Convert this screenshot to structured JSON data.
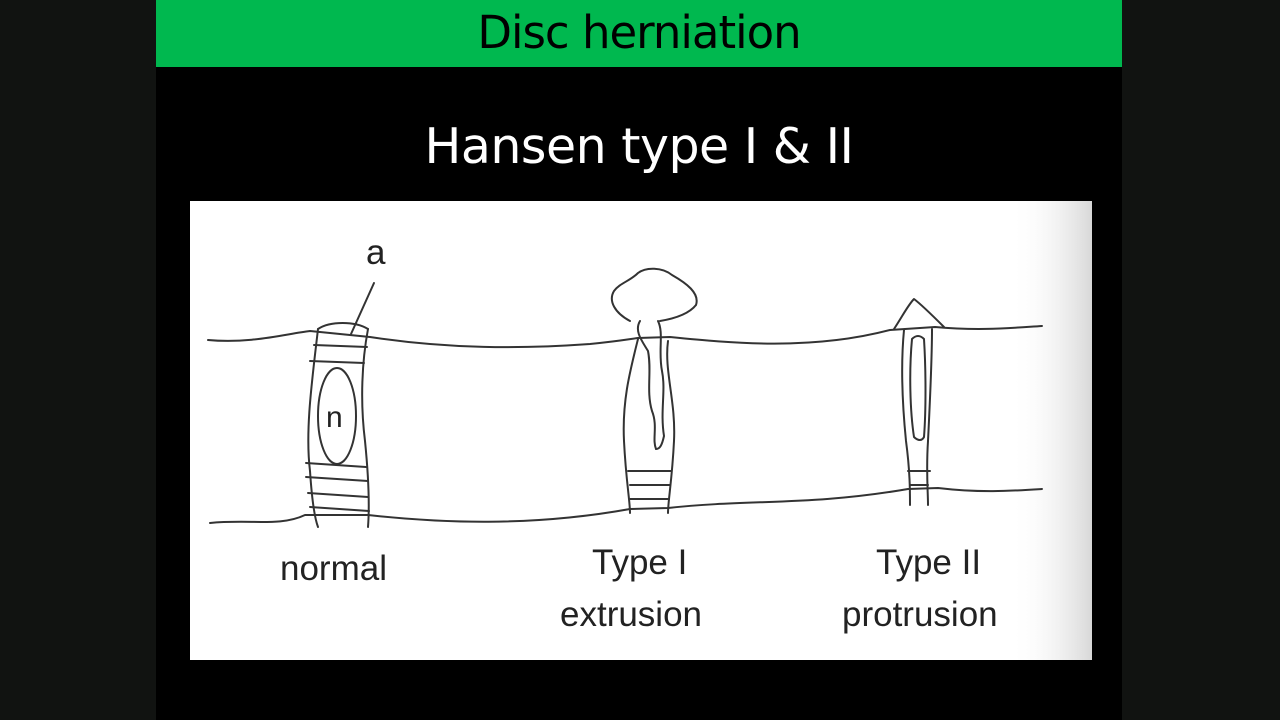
{
  "header": {
    "title": "Disc herniation",
    "bar_color": "#00b84f"
  },
  "subtitle": "Hansen type I & II",
  "figure": {
    "annotation_a": "a",
    "annotation_n": "n",
    "labels": {
      "normal": "normal",
      "type1_line1": "Type I",
      "type1_line2": "extrusion",
      "type2_line1": "Type II",
      "type2_line2": "protrusion"
    }
  }
}
